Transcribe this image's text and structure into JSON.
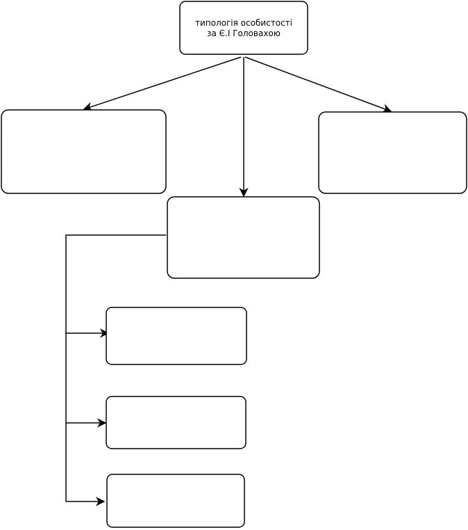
{
  "diagram": {
    "root": {
      "line1": "типологія особистості",
      "line2": "за Є.І Головахою"
    },
    "nodes": [
      {
        "id": "left",
        "label": ""
      },
      {
        "id": "center",
        "label": ""
      },
      {
        "id": "right",
        "label": ""
      },
      {
        "id": "sub1",
        "label": ""
      },
      {
        "id": "sub2",
        "label": ""
      },
      {
        "id": "sub3",
        "label": ""
      }
    ]
  }
}
